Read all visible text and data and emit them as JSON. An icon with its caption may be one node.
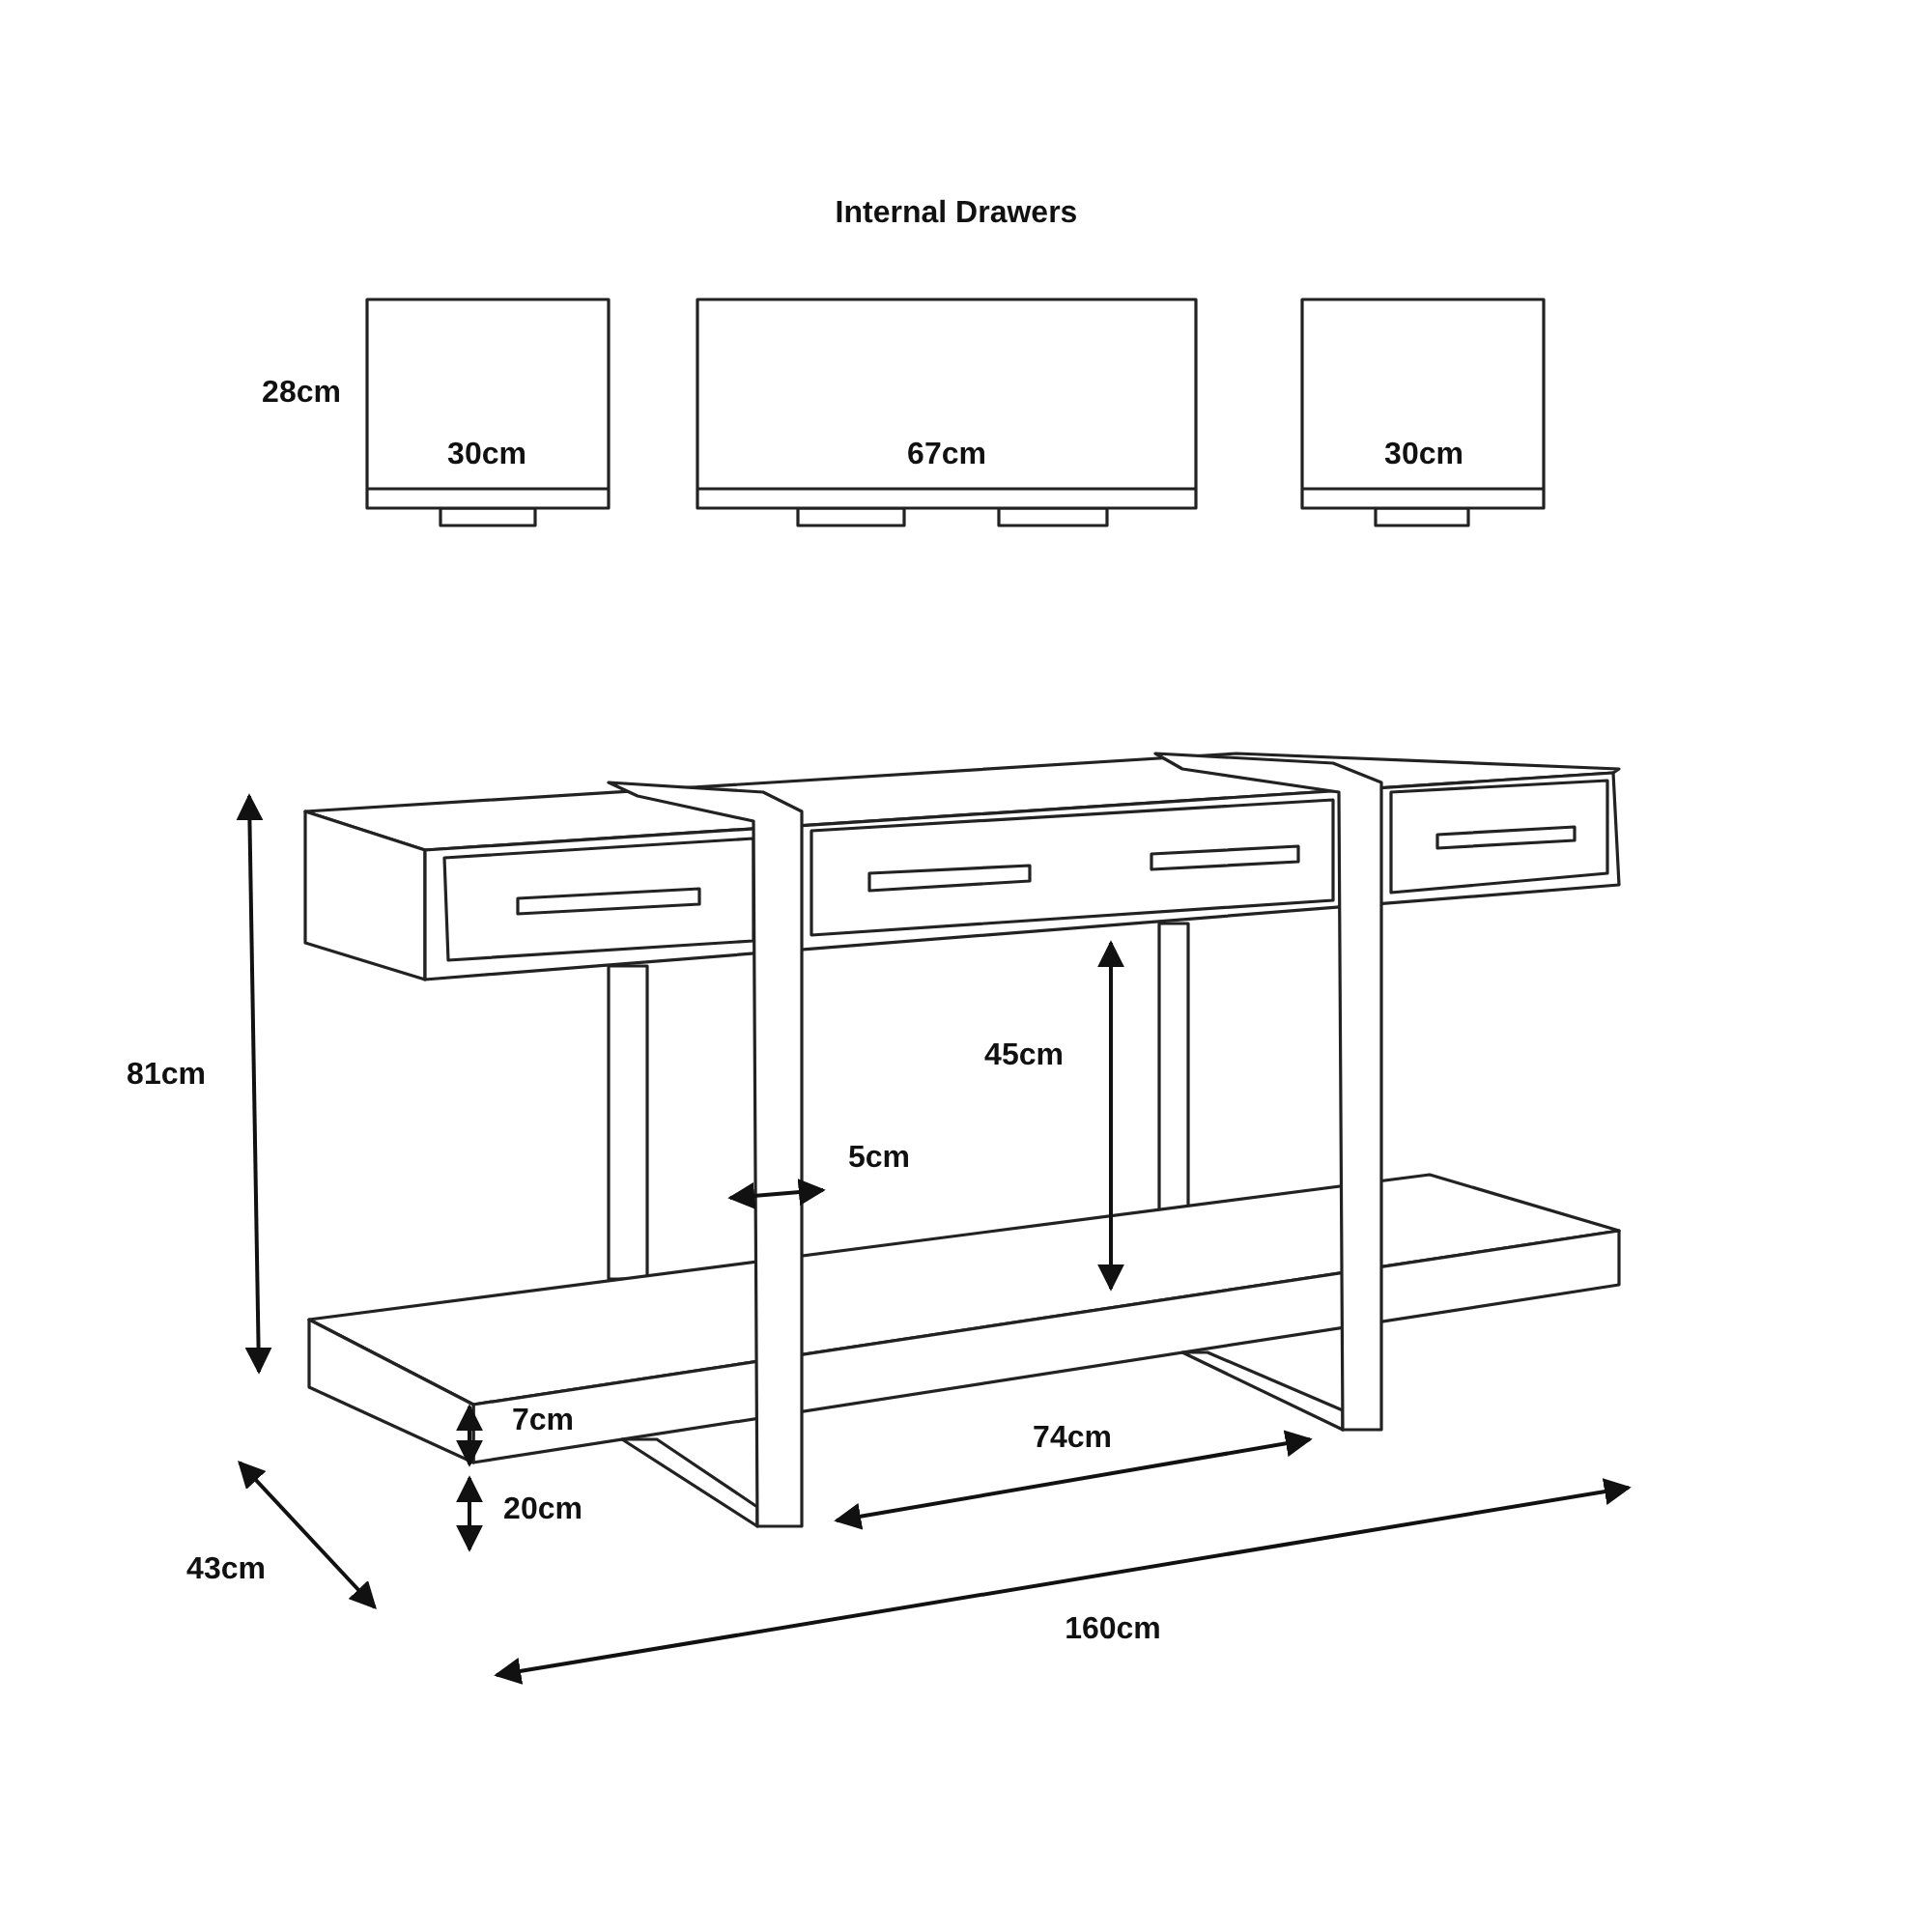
{
  "diagram": {
    "title": "Internal Drawers",
    "labels": [
      "28cm",
      "30cm",
      "67cm",
      "30cm",
      "81cm",
      "45cm",
      "5cm",
      "7cm",
      "74cm",
      "20cm",
      "43cm",
      "160cm"
    ]
  }
}
